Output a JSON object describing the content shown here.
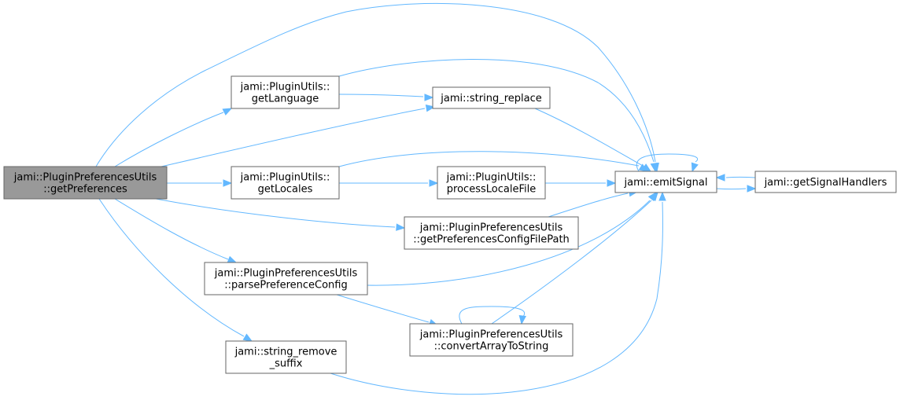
{
  "diagram": {
    "colors": {
      "edge": "#63b8ff",
      "node_border": "#666666",
      "node_fill": "#ffffff",
      "root_fill": "#999999",
      "text": "#000000"
    },
    "nodes": [
      {
        "id": "getPreferences",
        "lines": [
          "jami::PluginPreferencesUtils",
          "::getPreferences"
        ],
        "root": true
      },
      {
        "id": "getLanguage",
        "lines": [
          "jami::PluginUtils::",
          "getLanguage"
        ]
      },
      {
        "id": "string_replace",
        "lines": [
          "jami::string_replace"
        ]
      },
      {
        "id": "getLocales",
        "lines": [
          "jami::PluginUtils::",
          "getLocales"
        ]
      },
      {
        "id": "processLocaleFile",
        "lines": [
          "jami::PluginUtils::",
          "processLocaleFile"
        ]
      },
      {
        "id": "emitSignal",
        "lines": [
          "jami::emitSignal"
        ]
      },
      {
        "id": "getSignalHandlers",
        "lines": [
          "jami::getSignalHandlers"
        ]
      },
      {
        "id": "getPreferencesConfigFilePath",
        "lines": [
          "jami::PluginPreferencesUtils",
          "::getPreferencesConfigFilePath"
        ]
      },
      {
        "id": "parsePreferenceConfig",
        "lines": [
          "jami::PluginPreferencesUtils",
          "::parsePreferenceConfig"
        ]
      },
      {
        "id": "convertArrayToString",
        "lines": [
          "jami::PluginPreferencesUtils",
          "::convertArrayToString"
        ]
      },
      {
        "id": "string_remove_suffix",
        "lines": [
          "jami::string_remove",
          "_suffix"
        ]
      }
    ],
    "edges": [
      {
        "from": "getPreferences",
        "to": "emitSignal"
      },
      {
        "from": "getPreferences",
        "to": "getLanguage"
      },
      {
        "from": "getPreferences",
        "to": "string_replace"
      },
      {
        "from": "getPreferences",
        "to": "getLocales"
      },
      {
        "from": "getPreferences",
        "to": "getPreferencesConfigFilePath"
      },
      {
        "from": "getPreferences",
        "to": "parsePreferenceConfig"
      },
      {
        "from": "getPreferences",
        "to": "string_remove_suffix"
      },
      {
        "from": "getLanguage",
        "to": "emitSignal"
      },
      {
        "from": "getLanguage",
        "to": "string_replace"
      },
      {
        "from": "string_replace",
        "to": "emitSignal"
      },
      {
        "from": "getLocales",
        "to": "emitSignal"
      },
      {
        "from": "getLocales",
        "to": "processLocaleFile"
      },
      {
        "from": "processLocaleFile",
        "to": "emitSignal"
      },
      {
        "from": "emitSignal",
        "to": "emitSignal"
      },
      {
        "from": "emitSignal",
        "to": "getSignalHandlers"
      },
      {
        "from": "getSignalHandlers",
        "to": "emitSignal"
      },
      {
        "from": "getPreferencesConfigFilePath",
        "to": "emitSignal"
      },
      {
        "from": "parsePreferenceConfig",
        "to": "emitSignal"
      },
      {
        "from": "parsePreferenceConfig",
        "to": "convertArrayToString"
      },
      {
        "from": "convertArrayToString",
        "to": "emitSignal"
      },
      {
        "from": "convertArrayToString",
        "to": "convertArrayToString"
      },
      {
        "from": "string_remove_suffix",
        "to": "emitSignal"
      }
    ]
  }
}
